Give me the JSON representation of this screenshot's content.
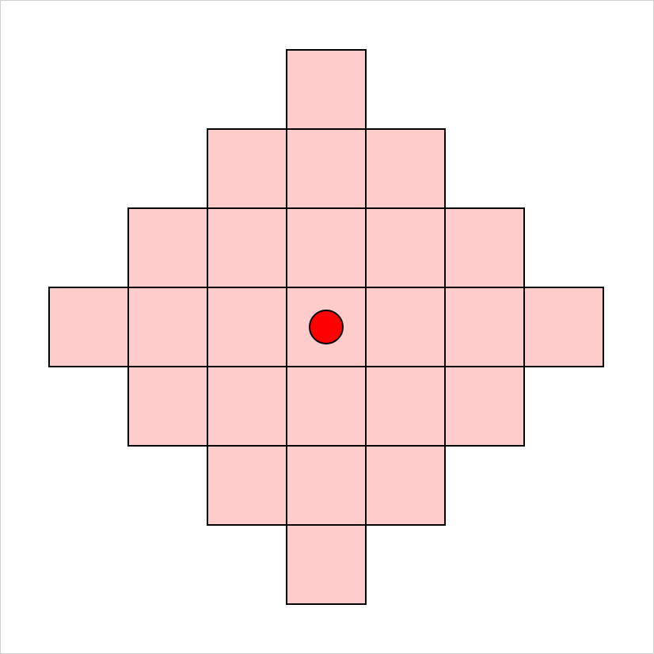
{
  "grid": {
    "cell_fill": "#ffcccc",
    "cell_stroke": "#000000",
    "rows": [
      [
        0,
        0,
        0,
        1,
        0,
        0,
        0
      ],
      [
        0,
        0,
        1,
        1,
        1,
        0,
        0
      ],
      [
        0,
        1,
        1,
        1,
        1,
        1,
        0
      ],
      [
        1,
        1,
        1,
        1,
        1,
        1,
        1
      ],
      [
        0,
        1,
        1,
        1,
        1,
        1,
        0
      ],
      [
        0,
        0,
        1,
        1,
        1,
        0,
        0
      ],
      [
        0,
        0,
        0,
        1,
        0,
        0,
        0
      ]
    ]
  },
  "marker": {
    "row": 3,
    "col": 3,
    "fill": "#ff0000",
    "stroke": "#000000"
  }
}
